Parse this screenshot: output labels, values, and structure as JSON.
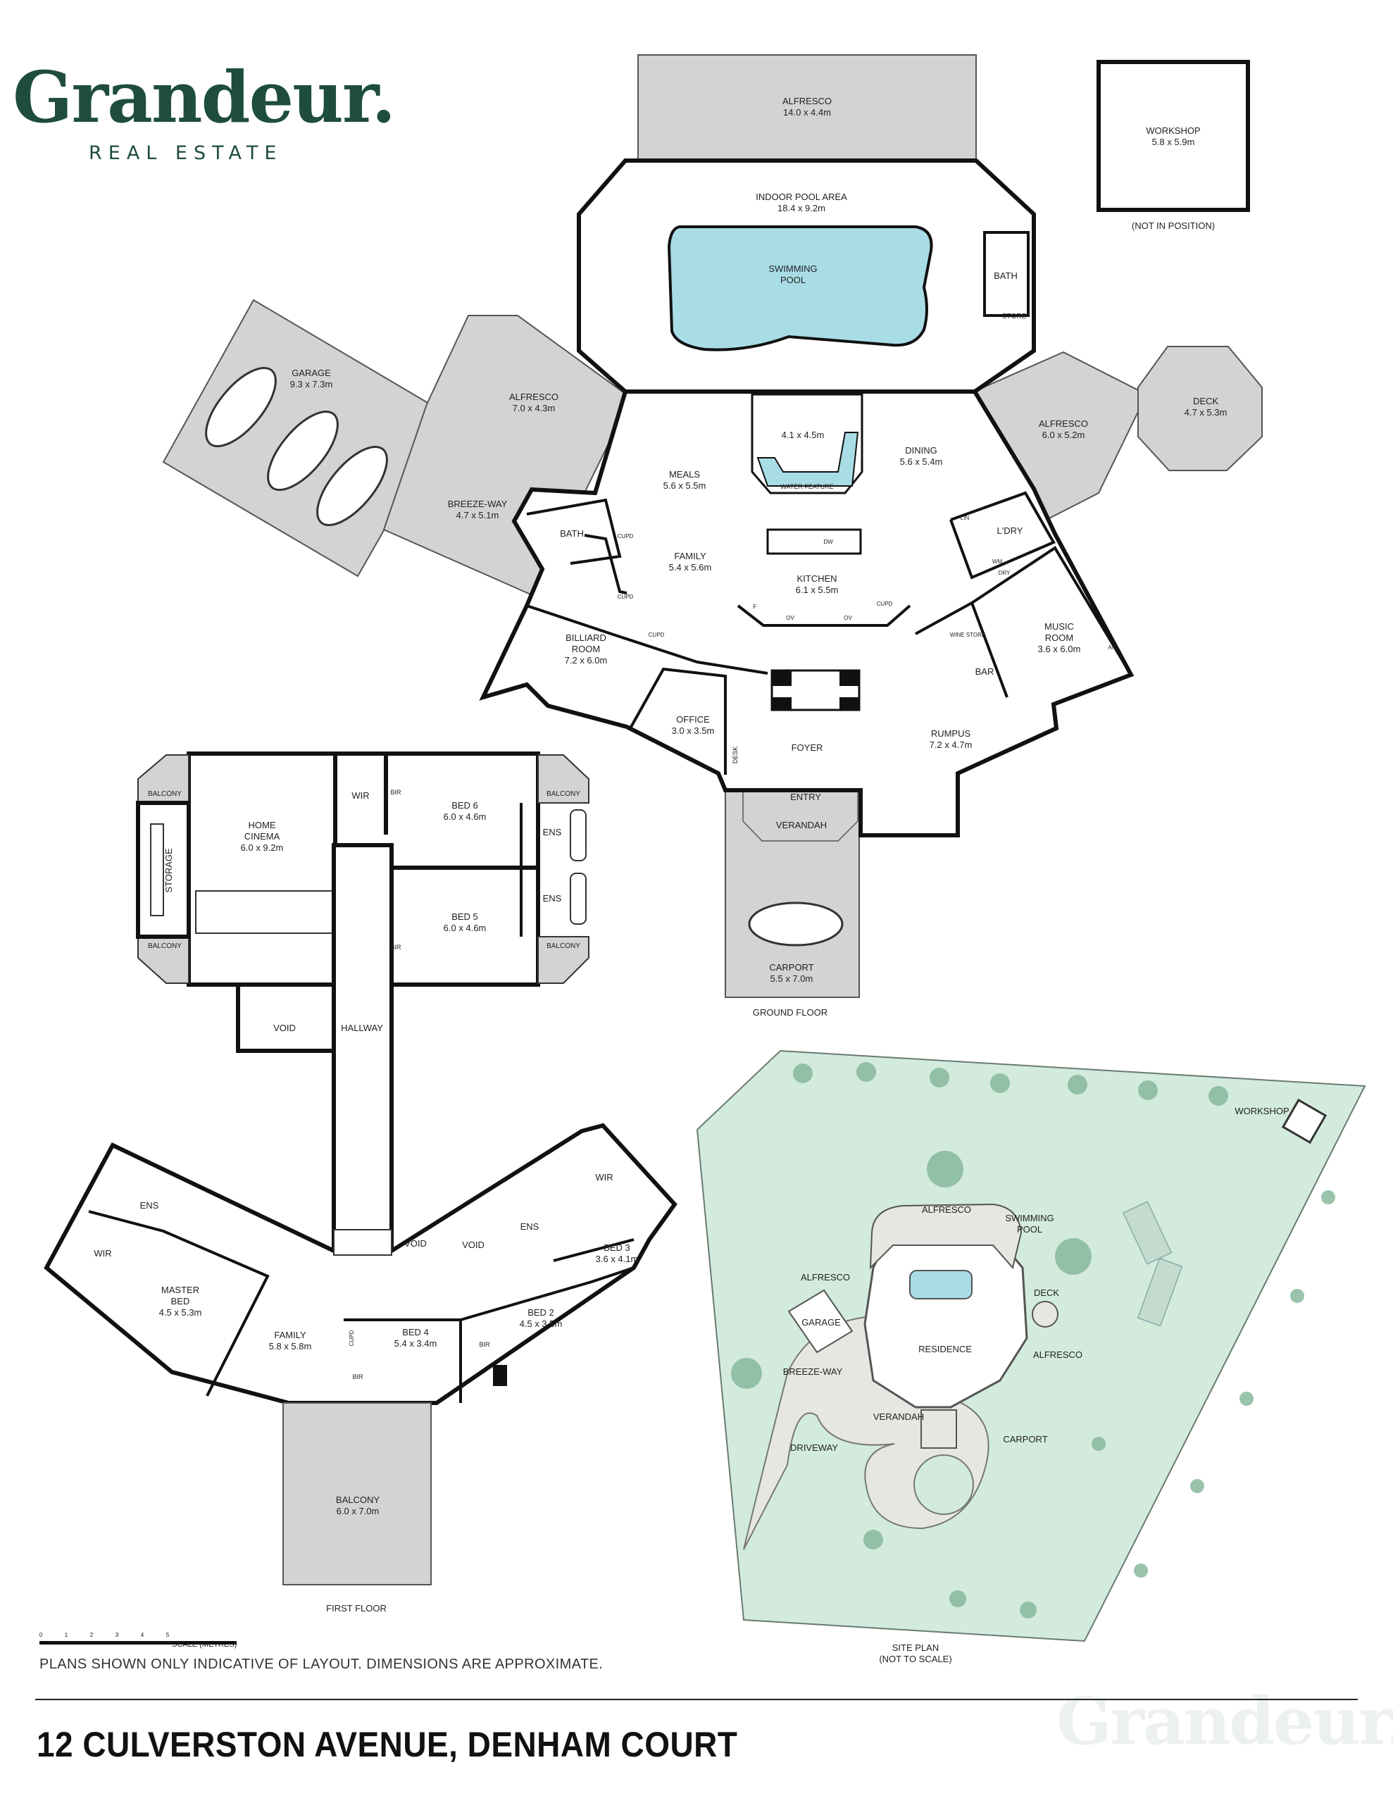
{
  "brand": {
    "name": "Grandeur.",
    "tagline": "REAL ESTATE",
    "color": "#1e4d3d"
  },
  "colors": {
    "wall": "#111111",
    "room_fill": "#ffffff",
    "outdoor_fill": "#d3d3d3",
    "pool_fill": "#a8dde6",
    "site_fill": "#d2ebdd",
    "site_outline": "#5f6a65",
    "tree": "#87b89c",
    "plot_line": "#4a4a4a"
  },
  "ground_floor": {
    "title": "GROUND FLOOR",
    "rooms": {
      "alfresco_top": {
        "name": "ALFRESCO",
        "dim": "14.0 x 4.4m"
      },
      "workshop": {
        "name": "WORKSHOP",
        "dim": "5.8 x 5.9m",
        "note": "(NOT IN POSITION)"
      },
      "indoor_pool": {
        "name": "INDOOR POOL AREA",
        "dim": "18.4 x 9.2m"
      },
      "swimming_pool": {
        "line1": "SWIMMING",
        "line2": "POOL"
      },
      "bath_pool": "BATH",
      "store": "STORE",
      "garage": {
        "name": "GARAGE",
        "dim": "9.3 x 7.3m"
      },
      "alfresco_left": {
        "name": "ALFRESCO",
        "dim": "7.0 x 4.3m"
      },
      "alfresco_right": {
        "name": "ALFRESCO",
        "dim": "6.0 x 5.2m"
      },
      "deck": {
        "name": "DECK",
        "dim": "4.7 x 5.3m"
      },
      "courtyard": {
        "dim": "4.1 x 4.5m",
        "feature": "WATER FEATURE"
      },
      "meals": {
        "name": "MEALS",
        "dim": "5.6 x 5.5m"
      },
      "dining": {
        "name": "DINING",
        "dim": "5.6 x 5.4m"
      },
      "breezeway": {
        "name": "BREEZE-WAY",
        "dim": "4.7 x 5.1m"
      },
      "bath": "BATH",
      "family": {
        "name": "FAMILY",
        "dim": "5.4 x 5.6m"
      },
      "kitchen": {
        "name": "KITCHEN",
        "dim": "6.1 x 5.5m"
      },
      "laundry": "L'DRY",
      "billiard": {
        "line1": "BILLIARD",
        "line2": "ROOM",
        "dim": "7.2 x 6.0m"
      },
      "music": {
        "line1": "MUSIC",
        "line2": "ROOM",
        "dim": "3.6 x 6.0m"
      },
      "bar": "BAR",
      "wine_store": "WINE STORE",
      "office": {
        "name": "OFFICE",
        "dim": "3.0 x 3.5m"
      },
      "foyer": "FOYER",
      "rumpus": {
        "name": "RUMPUS",
        "dim": "7.2 x 4.7m"
      },
      "entry": "ENTRY",
      "verandah": "VERANDAH",
      "carport": {
        "name": "CARPORT",
        "dim": "5.5 x 7.0m"
      },
      "desk": "DESK"
    },
    "small_labels": {
      "cupd": "CUPD",
      "dw": "DW",
      "ov": "OV",
      "fridge": "F",
      "lin": "LIN",
      "wm": "WM",
      "dry": "DRY",
      "ac": "A/C"
    }
  },
  "first_floor": {
    "title": "FIRST FLOOR",
    "rooms": {
      "balcony": "BALCONY",
      "storage": "STORAGE",
      "cinema": {
        "line1": "HOME",
        "line2": "CINEMA",
        "dim": "6.0 x 9.2m"
      },
      "wir": "WIR",
      "bir": "BIR",
      "ens": "ENS",
      "bed6": {
        "name": "BED 6",
        "dim": "6.0 x 4.6m"
      },
      "bed5": {
        "name": "BED 5",
        "dim": "6.0 x 4.6m"
      },
      "void": "VOID",
      "hallway": "HALLWAY",
      "master": {
        "line1": "MASTER",
        "line2": "BED",
        "dim": "4.5 x 5.3m"
      },
      "family": {
        "name": "FAMILY",
        "dim": "5.8 x 5.8m"
      },
      "bed4": {
        "name": "BED 4",
        "dim": "5.4 x 3.4m"
      },
      "bed2": {
        "name": "BED 2",
        "dim": "4.5 x 3.5m"
      },
      "bed3": {
        "name": "BED 3",
        "dim": "3.6 x 4.1m"
      },
      "cupd": "CUPD",
      "big_balcony": {
        "name": "BALCONY",
        "dim": "6.0 x 7.0m"
      }
    }
  },
  "site_plan": {
    "title": "SITE PLAN",
    "subtitle": "(NOT TO SCALE)",
    "labels": {
      "workshop": "WORKSHOP",
      "alfresco": "ALFRESCO",
      "swimming": "SWIMMING",
      "pool": "POOL",
      "deck": "DECK",
      "garage": "GARAGE",
      "residence": "RESIDENCE",
      "breezeway": "BREEZE-WAY",
      "verandah": "VERANDAH",
      "carport": "CARPORT",
      "driveway": "DRIVEWAY"
    }
  },
  "scale": {
    "ticks": [
      "0",
      "1",
      "2",
      "3",
      "4",
      "5"
    ],
    "label": "SCALE (METRES)"
  },
  "footer": {
    "disclaimer": "PLANS SHOWN ONLY INDICATIVE OF LAYOUT. DIMENSIONS ARE APPROXIMATE.",
    "address": "12 CULVERSTON AVENUE, DENHAM COURT",
    "watermark": "Grandeur."
  }
}
